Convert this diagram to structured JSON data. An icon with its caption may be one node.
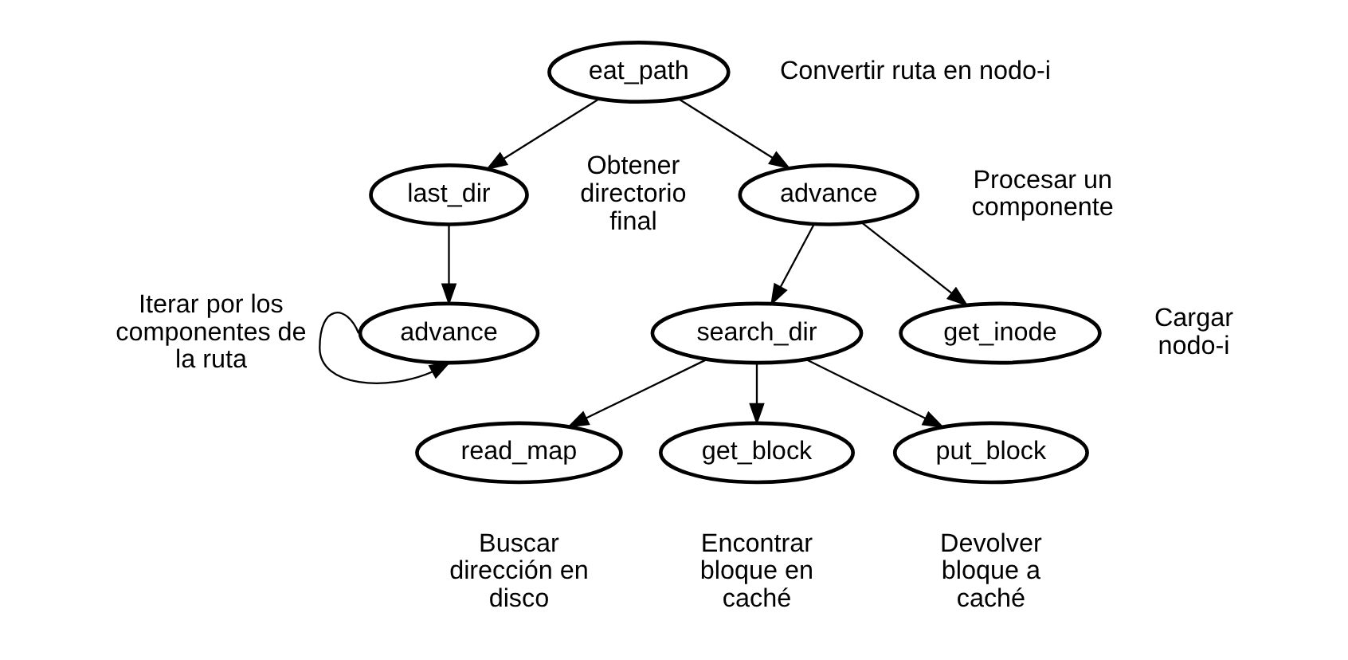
{
  "diagram": {
    "nodes": [
      {
        "text": [
          "eat_path"
        ],
        "beside": [
          "Convertir ruta en nodo-i"
        ]
      },
      {
        "text": [
          "last_dir"
        ],
        "beside": [
          "Obtener directorio final"
        ]
      },
      {
        "text": [
          "advance"
        ],
        "beside": [
          "Procesar un componente"
        ]
      },
      {
        "text": [
          "advance"
        ],
        "beside": [
          "Iterar por los componentes de la ruta"
        ]
      },
      {
        "text": [
          "search_dir"
        ]
      },
      {
        "text": [
          "get_inode"
        ],
        "beside": [
          "Cargar nodo-i"
        ]
      },
      {
        "text": [
          "read_map"
        ],
        "beside": [
          "Buscar dirección en disco"
        ]
      },
      {
        "text": [
          "get_block"
        ],
        "beside": [
          "Encontrar bloque en caché"
        ]
      },
      {
        "text": [
          "put_block"
        ],
        "beside": [
          "Devolver bloque a caché"
        ]
      }
    ],
    "edges": [
      {
        "from": 0,
        "to": 1,
        "arrow": "to"
      },
      {
        "from": 0,
        "to": 2,
        "arrow": "to"
      },
      {
        "from": 1,
        "to": 3,
        "arrow": "to"
      },
      {
        "from": 3,
        "to": 3,
        "arrow": "to"
      },
      {
        "from": 2,
        "to": 4,
        "arrow": "to"
      },
      {
        "from": 2,
        "to": 5,
        "arrow": "to"
      },
      {
        "from": 4,
        "to": 6,
        "arrow": "to"
      },
      {
        "from": 4,
        "to": 7,
        "arrow": "to"
      },
      {
        "from": 4,
        "to": 8,
        "arrow": "to"
      }
    ]
  }
}
